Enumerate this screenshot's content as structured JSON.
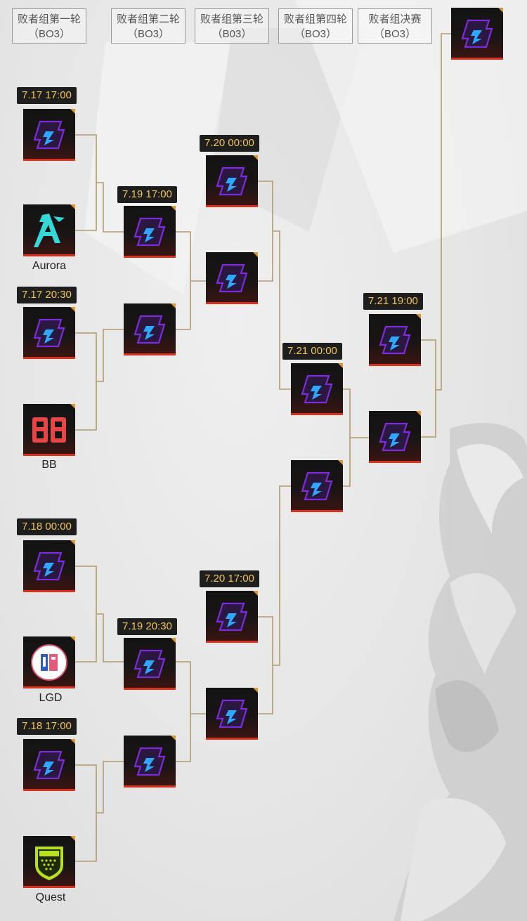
{
  "rounds": [
    {
      "name": "败者组第一轮",
      "format": "（BO3）"
    },
    {
      "name": "败者组第二轮",
      "format": "（BO3）"
    },
    {
      "name": "败者组第三轮",
      "format": "（B03）"
    },
    {
      "name": "败者组第四轮",
      "format": "（BO3）"
    },
    {
      "name": "败者组决赛",
      "format": "（BO3）"
    }
  ],
  "matches": {
    "r1_m1": "7.17 17:00",
    "r1_m2": "7.17 20:30",
    "r1_m3": "7.18 00:00",
    "r1_m4": "7.18 17:00",
    "r2_m1": "7.19 17:00",
    "r2_m2": "7.19 20:30",
    "r3_m1": "7.20 00:00",
    "r3_m2": "7.20 17:00",
    "r4_m1": "7.21 00:00",
    "final": "7.21 19:00"
  },
  "teams": {
    "aurora": {
      "name": "Aurora",
      "color": "#35d7d7"
    },
    "bb": {
      "name": "BB",
      "color": "#e84646"
    },
    "lgd": {
      "name": "LGD",
      "color": "#2b5cc7"
    },
    "quest": {
      "name": "Quest",
      "color": "#b6e11c"
    }
  },
  "colors": {
    "accent_gold": "#f2c45a",
    "slot_bottom": "#d8321f",
    "bracket_line": "#b39a6a",
    "placeholder_purple": "#7e2bd9"
  },
  "icons": {
    "placeholder": "tbd-team-logo-icon"
  }
}
